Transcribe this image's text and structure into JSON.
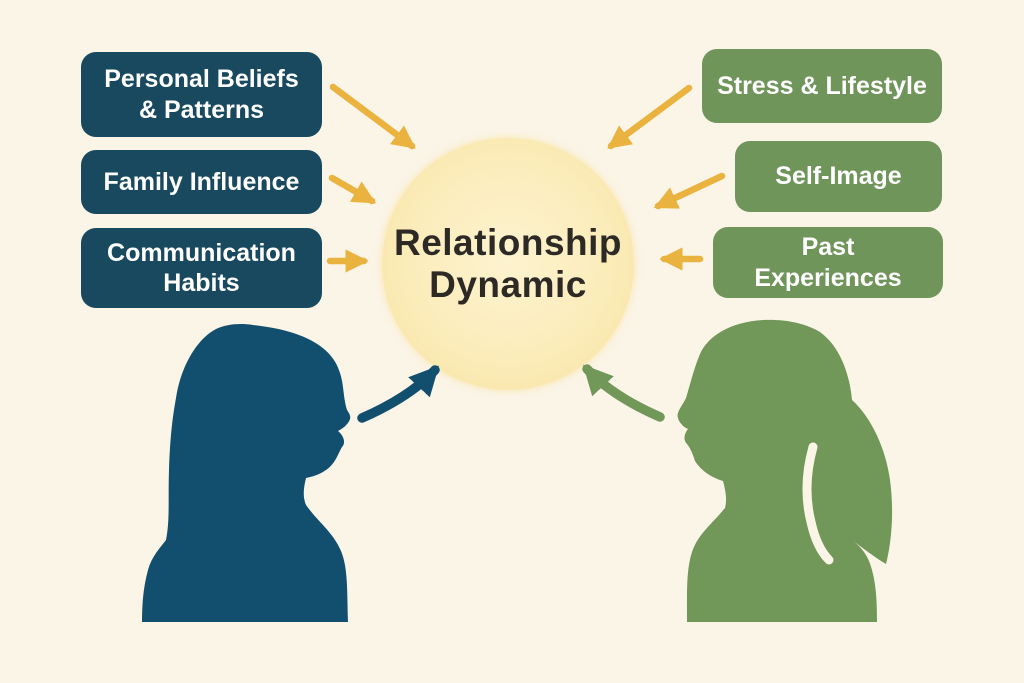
{
  "title": "Relationship Dynamic",
  "center": {
    "title_lines": [
      "Relationship",
      "Dynamic"
    ]
  },
  "boxes": {
    "left": [
      {
        "label": "Personal Beliefs & Patterns"
      },
      {
        "label": "Family Influence"
      },
      {
        "label": "Communication Habits"
      }
    ],
    "right": [
      {
        "label": "Stress & Lifestyle"
      },
      {
        "label": "Self-Image"
      },
      {
        "label": "Past Experiences"
      }
    ]
  },
  "figures": {
    "left": "woman-profile-silhouette-facing-right",
    "right": "woman-profile-silhouette-with-ponytail-facing-left"
  },
  "palette": {
    "background": "#fbf5e7",
    "blue_box": "#18495f",
    "green_box": "#70955b",
    "blue_silhouette": "#124f6e",
    "green_silhouette": "#719759",
    "arrow_yellow": "#eab23f",
    "circle_center": "#fdf3cf",
    "circle_edge": "#f9e3a3",
    "title_text": "#2d2a26",
    "box_text": "#ffffff"
  }
}
